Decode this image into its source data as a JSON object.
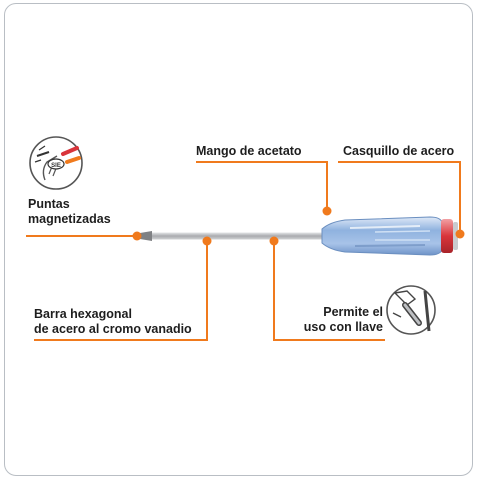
{
  "labels": {
    "puntas_line1": "Puntas",
    "puntas_line2": "magnetizadas",
    "mango": "Mango de acetato",
    "casquillo": "Casquillo de acero",
    "barra_line1": "Barra hexagonal",
    "barra_line2": "de acero al cromo vanadio",
    "llave_line1": "Permite el",
    "llave_line2": "uso con llave"
  },
  "icons": [
    "magnet-tips-icon",
    "wrench-use-icon"
  ],
  "colors": {
    "callout_orange": "#f07a1d",
    "card_border": "#b9bec4",
    "handle_blue": "#8fb2df",
    "ferrule_red": "#d9343b",
    "shaft_steel": "#b7b9bd",
    "text": "#1e1e1e"
  }
}
